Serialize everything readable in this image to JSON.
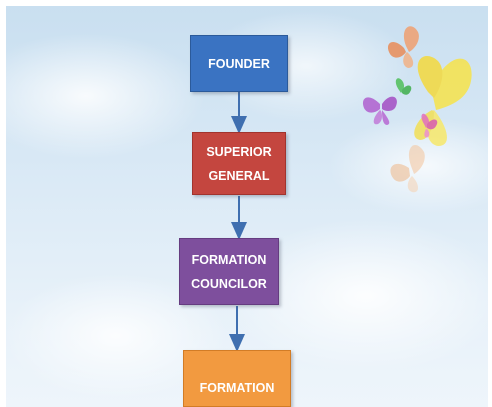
{
  "diagram": {
    "nodes": [
      {
        "lines": [
          "FOUNDER"
        ],
        "color": "#3a73c2"
      },
      {
        "lines": [
          "SUPERIOR",
          "GENERAL"
        ],
        "color": "#c4463f"
      },
      {
        "lines": [
          "FORMATION",
          "COUNCILOR"
        ],
        "color": "#7e4f9d"
      },
      {
        "lines": [
          "FORMATION"
        ],
        "color": "#f29a40"
      }
    ],
    "edges": [
      {
        "from": "FOUNDER",
        "to": "SUPERIOR GENERAL"
      },
      {
        "from": "SUPERIOR GENERAL",
        "to": "FORMATION COUNCILOR"
      },
      {
        "from": "FORMATION COUNCILOR",
        "to": "FORMATION"
      }
    ],
    "arrow_color": "#3f6fb0",
    "decoration": {
      "butterfly_colors": [
        "#f0a070",
        "#f7e34a",
        "#b05fcf",
        "#4fbf5a",
        "#e26fc0",
        "#f4c49a"
      ]
    }
  }
}
